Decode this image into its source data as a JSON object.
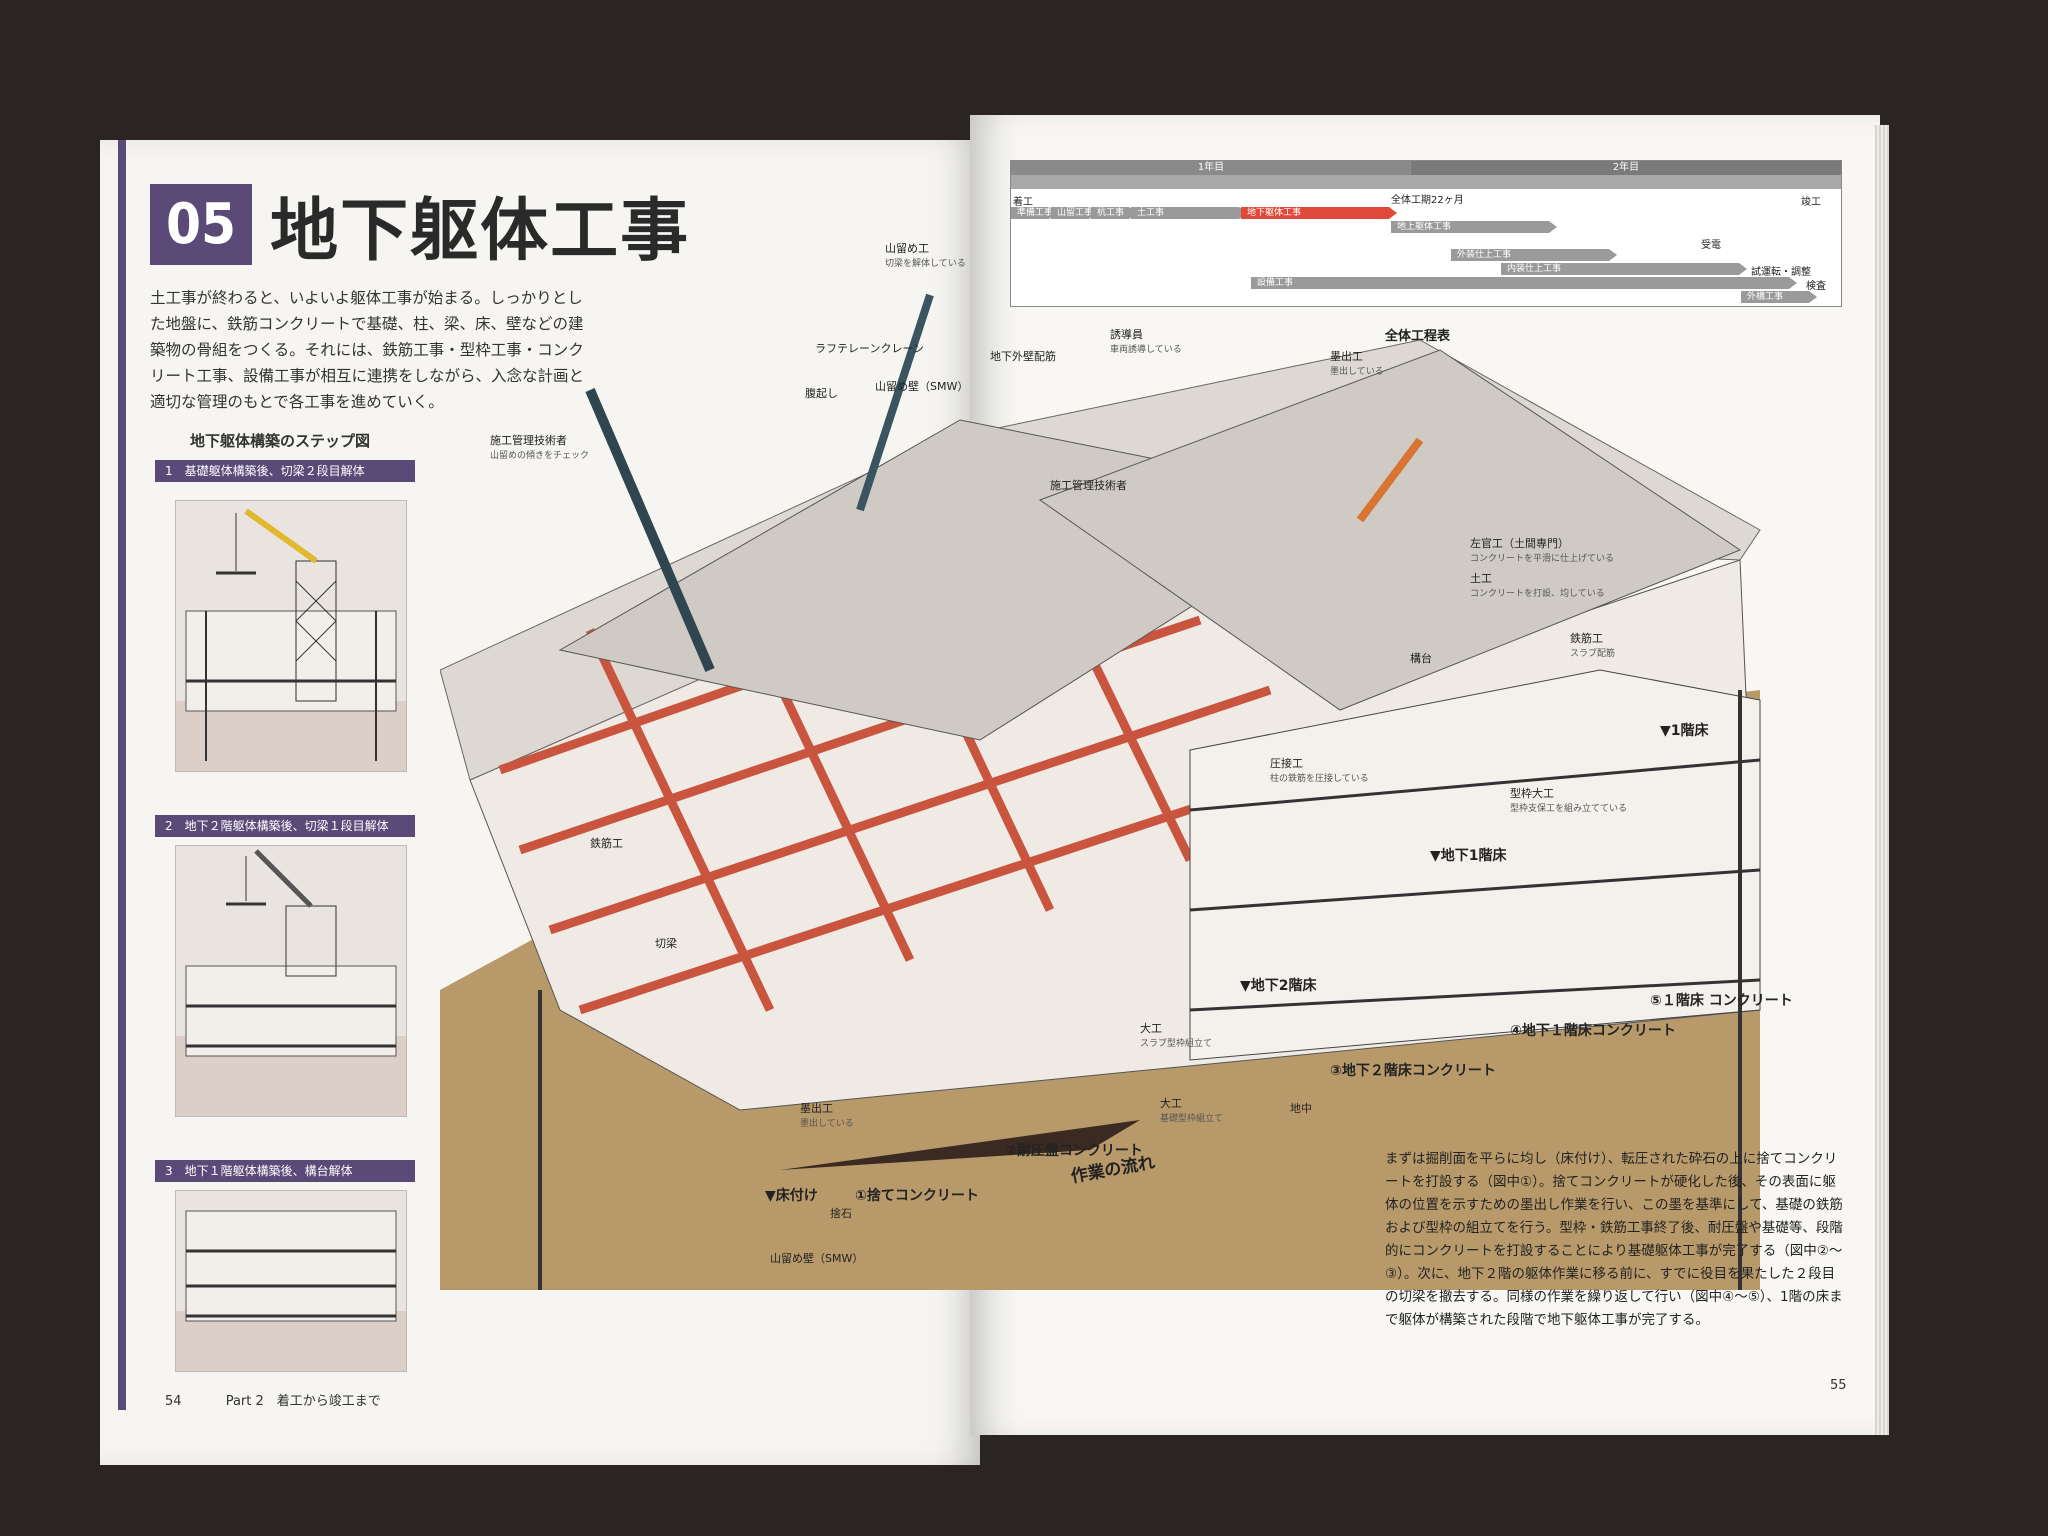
{
  "left_page": {
    "chapter_number": "05",
    "chapter_title": "地下躯体工事",
    "lead": "土工事が終わると、いよいよ躯体工事が始まる。しっかりとした地盤に、鉄筋コンクリートで基礎、柱、梁、床、壁などの建築物の骨組をつくる。それには、鉄筋工事・型枠工事・コンクリート工事、設備工事が相互に連携をしながら、入念な計画と適切な管理のもとで各工事を進めていく。",
    "steps_heading": "地下躯体構築のステップ図",
    "steps": [
      {
        "label": "1　基礎躯体構築後、切梁２段目解体"
      },
      {
        "label": "2　地下２階躯体構築後、切梁１段目解体"
      },
      {
        "label": "3　地下１階躯体構築後、構台解体"
      }
    ],
    "folio": "54",
    "part_label": "Part 2　着工から竣工まで"
  },
  "schedule": {
    "year1": "1年目",
    "year2": "2年目",
    "rows": [
      {
        "label": "着工"
      },
      {
        "label": "準備工事"
      },
      {
        "label": "山留工事"
      },
      {
        "label": "杭工事"
      },
      {
        "label": "土工事"
      },
      {
        "label": "地下躯体工事"
      },
      {
        "label": "地上躯体工事"
      },
      {
        "label": "外装仕上工事"
      },
      {
        "label": "内装仕上工事"
      },
      {
        "label": "設備工事"
      },
      {
        "label": "外構工事"
      },
      {
        "label": "受電"
      },
      {
        "label": "試運転・調整"
      },
      {
        "label": "検査"
      },
      {
        "label": "竣工"
      }
    ],
    "total_label": "全体工期22ヶ月",
    "caption": "全体工程表"
  },
  "illustration": {
    "callouts": {
      "c1": "山留め工",
      "c1_note": "切梁を解体している",
      "c2": "ラフテレーンクレーン",
      "c3": "山留め壁（SMW）",
      "c4": "腹起し",
      "c5": "施工管理技術者",
      "c5_note": "山留めの傾きをチェック",
      "c6": "誘導員",
      "c6_note": "車両誘導している",
      "c7": "地下外壁配筋",
      "c8": "施工管理技術者",
      "c9": "墨出工",
      "c9_note": "墨出している",
      "c10": "左官工（土間専門）",
      "c10_note": "コンクリートを平滑に仕上げている",
      "c11": "土工",
      "c11_note": "コンクリートを打設、均している",
      "c12": "鉄筋工",
      "c12_note": "スラブ配筋",
      "c13": "鉄筋工",
      "c14": "切梁",
      "c15": "型枠大工",
      "c15_note": "型枠支保工を組み立てている",
      "c16": "圧接工",
      "c16_note": "柱の鉄筋を圧接している",
      "c17": "大工",
      "c17_note": "スラブ型枠組立て",
      "c18": "墨出工",
      "c18_note": "墨出している",
      "c19": "大工",
      "c19_note": "基礎型枠組立て",
      "c20": "山留め壁（SMW）",
      "c21": "捨石",
      "c22": "構台",
      "c23": "地中"
    },
    "levels": {
      "f1": "▼1階床",
      "b1": "▼地下1階床",
      "b2": "▼地下2階床",
      "base": "▼床付け"
    },
    "stages": {
      "s1": "①捨てコンクリート",
      "s2": "②耐圧盤コンクリート",
      "s3": "③地下２階床コンクリート",
      "s4": "④地下１階床コンクリート",
      "s5": "⑤１階床 コンクリート"
    },
    "flow": "作業の流れ"
  },
  "right_page": {
    "body": "まずは掘削面を平らに均し（床付け）、転圧された砕石の上に捨てコンクリートを打設する（図中①）。捨てコンクリートが硬化した後、その表面に躯体の位置を示すための墨出し作業を行い、この墨を基準にして、基礎の鉄筋および型枠の組立てを行う。型枠・鉄筋工事終了後、耐圧盤や基礎等、段階的にコンクリートを打設することにより基礎躯体工事が完了する（図中②～③）。次に、地下２階の躯体作業に移る前に、すでに役目を果たした２段目の切梁を撤去する。同様の作業を繰り返して行い（図中④～⑤）、1階の床まで躯体が構築された段階で地下躯体工事が完了する。",
    "folio": "55"
  },
  "colors": {
    "accent": "#5a4a78",
    "schedule_highlight": "#e0483a",
    "steel": "#c9553f",
    "soil": "#b89a6a"
  }
}
